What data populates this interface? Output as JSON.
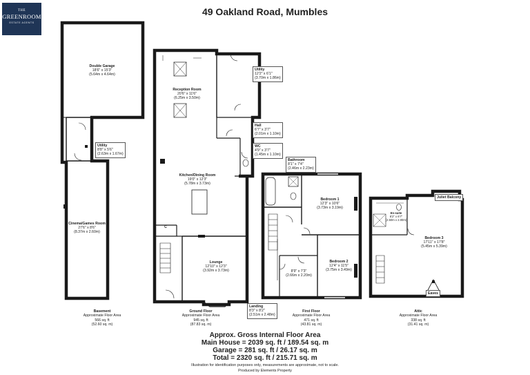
{
  "header": {
    "title": "49 Oakland Road, Mumbles",
    "logo": {
      "line1": "THE",
      "line2": "GREENROOM",
      "line3": "ESTATE AGENTS"
    }
  },
  "rooms": {
    "double_garage": {
      "name": "Double Garage",
      "imperial": "18'6\" x 15'3\"",
      "metric": "(5.64m x 4.64m)"
    },
    "utility_basement": {
      "name": "Utility",
      "imperial": "8'8\" x 5'6\"",
      "metric": "(2.63m x 1.67m)"
    },
    "cinema": {
      "name": "Cinema/Games Room",
      "imperial": "27'6\" x 8'6\"",
      "metric": "(8.37m x 2.60m)"
    },
    "reception": {
      "name": "Reception Room",
      "imperial": "20'6\" x 11'6\"",
      "metric": "(6.25m x 3.50m)"
    },
    "utility_ground": {
      "name": "Utility",
      "imperial": "12'2\" x 6'1\"",
      "metric": "(3.70m x 1.86m)"
    },
    "hall": {
      "name": "Hall",
      "imperial": "6'7\" x 3'7\"",
      "metric": "(2.01m x 1.10m)"
    },
    "wc": {
      "name": "WC",
      "imperial": "4'9\" x 3'7\"",
      "metric": "(1.45m x 1.10m)"
    },
    "kitchen": {
      "name": "Kitchen/Dining Room",
      "imperial": "19'0\" x 12'3\"",
      "metric": "(5.78m x 3.73m)"
    },
    "lounge": {
      "name": "Lounge",
      "imperial": "12'10\" x 12'3\"",
      "metric": "(3.92m x 3.73m)"
    },
    "c_label": "C",
    "bathroom": {
      "name": "Bathroom",
      "imperial": "8'1\" x 7'4\"",
      "metric": "(2.46m x 2.23m)"
    },
    "bedroom1": {
      "name": "Bedroom 1",
      "imperial": "12'3\" x 10'6\"",
      "metric": "(3.73m x 3.19m)"
    },
    "bedroom2": {
      "name": "Bedroom 2",
      "imperial": "12'4\" x 11'5\"",
      "metric": "(3.75m x 3.49m)"
    },
    "landing_small": {
      "imperial": "8'9\" x 7'3\"",
      "metric": "(2.66m x 2.20m)"
    },
    "landing": {
      "name": "Landing",
      "imperial": "8'3\" x 8'2\"",
      "metric": "(2.51m x 2.48m)"
    },
    "ensuite": {
      "name": "En-suite",
      "imperial": "8'2\" x 6'7\"",
      "metric": "(2.50m x 2.00m)"
    },
    "juliet": {
      "name": "Juliet Balcony"
    },
    "bedroom3": {
      "name": "Bedroom 3",
      "imperial": "17'11\" x 17'8\"",
      "metric": "(5.45m x 5.39m)"
    },
    "eaves": {
      "name": "Eaves"
    }
  },
  "floors": {
    "basement": {
      "name": "Basement",
      "sub": "Approximate Floor Area",
      "imperial": "566 sq. ft",
      "metric": "(52.60 sq. m)"
    },
    "ground": {
      "name": "Ground Floor",
      "sub": "Approximate Floor Area",
      "imperial": "945 sq. ft",
      "metric": "(87.83 sq. m)"
    },
    "first": {
      "name": "First Floor",
      "sub": "Approximate Floor Area",
      "imperial": "471 sq. ft",
      "metric": "(43.81 sq. m)"
    },
    "attic": {
      "name": "Attic",
      "sub": "Approximate Floor Area",
      "imperial": "338 sq. ft",
      "metric": "(31.41 sq. m)"
    }
  },
  "gia": {
    "heading": "Approx. Gross Internal Floor Area",
    "main": "Main House = 2039 sq. ft / 189.54 sq. m",
    "garage": "Garage = 281 sq. ft / 26.17 sq. m",
    "total": "Total = 2320 sq. ft / 215.71 sq. m",
    "disclaimer": "Illustration for identification purposes only, measurements are approximate, not to scale.",
    "produced": "Produced by Elements Property"
  }
}
